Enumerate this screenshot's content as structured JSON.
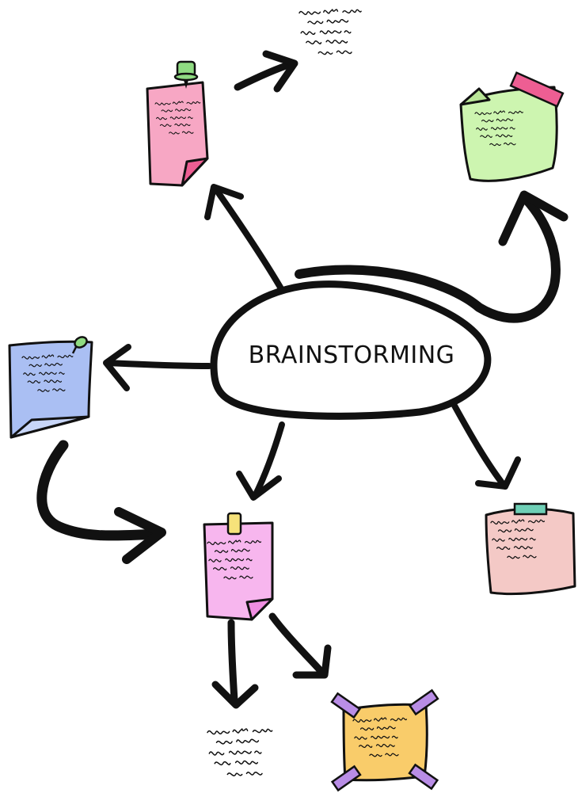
{
  "diagram": {
    "central_label": "BRAINSTORMING"
  },
  "colors": {
    "ink": "#111111",
    "background": "#ffffff",
    "note_pink": "#f7a7c4",
    "note_pink_fold": "#ee5e93",
    "note_green": "#cdf5b0",
    "note_green_tape": "#ee5e93",
    "note_blue": "#aabff3",
    "note_rose": "#f4c9c6",
    "note_rose_tape": "#6fcfb6",
    "note_violet": "#f7b6ee",
    "note_violet_fold": "#f08ee2",
    "note_violet_pin": "#f6e27a",
    "note_orange": "#f9cc6a",
    "note_orange_tape": "#b98de6",
    "pin_green": "#8fdb82"
  },
  "notes": [
    {
      "id": "pink",
      "pin": "pushpin",
      "color": "note_pink"
    },
    {
      "id": "green",
      "pin": "tape",
      "color": "note_green"
    },
    {
      "id": "blue",
      "pin": "pushpin",
      "color": "note_blue"
    },
    {
      "id": "rose",
      "pin": "tape",
      "color": "note_rose"
    },
    {
      "id": "violet",
      "pin": "clip",
      "color": "note_violet"
    },
    {
      "id": "orange",
      "pin": "corner-tapes",
      "color": "note_orange"
    }
  ]
}
